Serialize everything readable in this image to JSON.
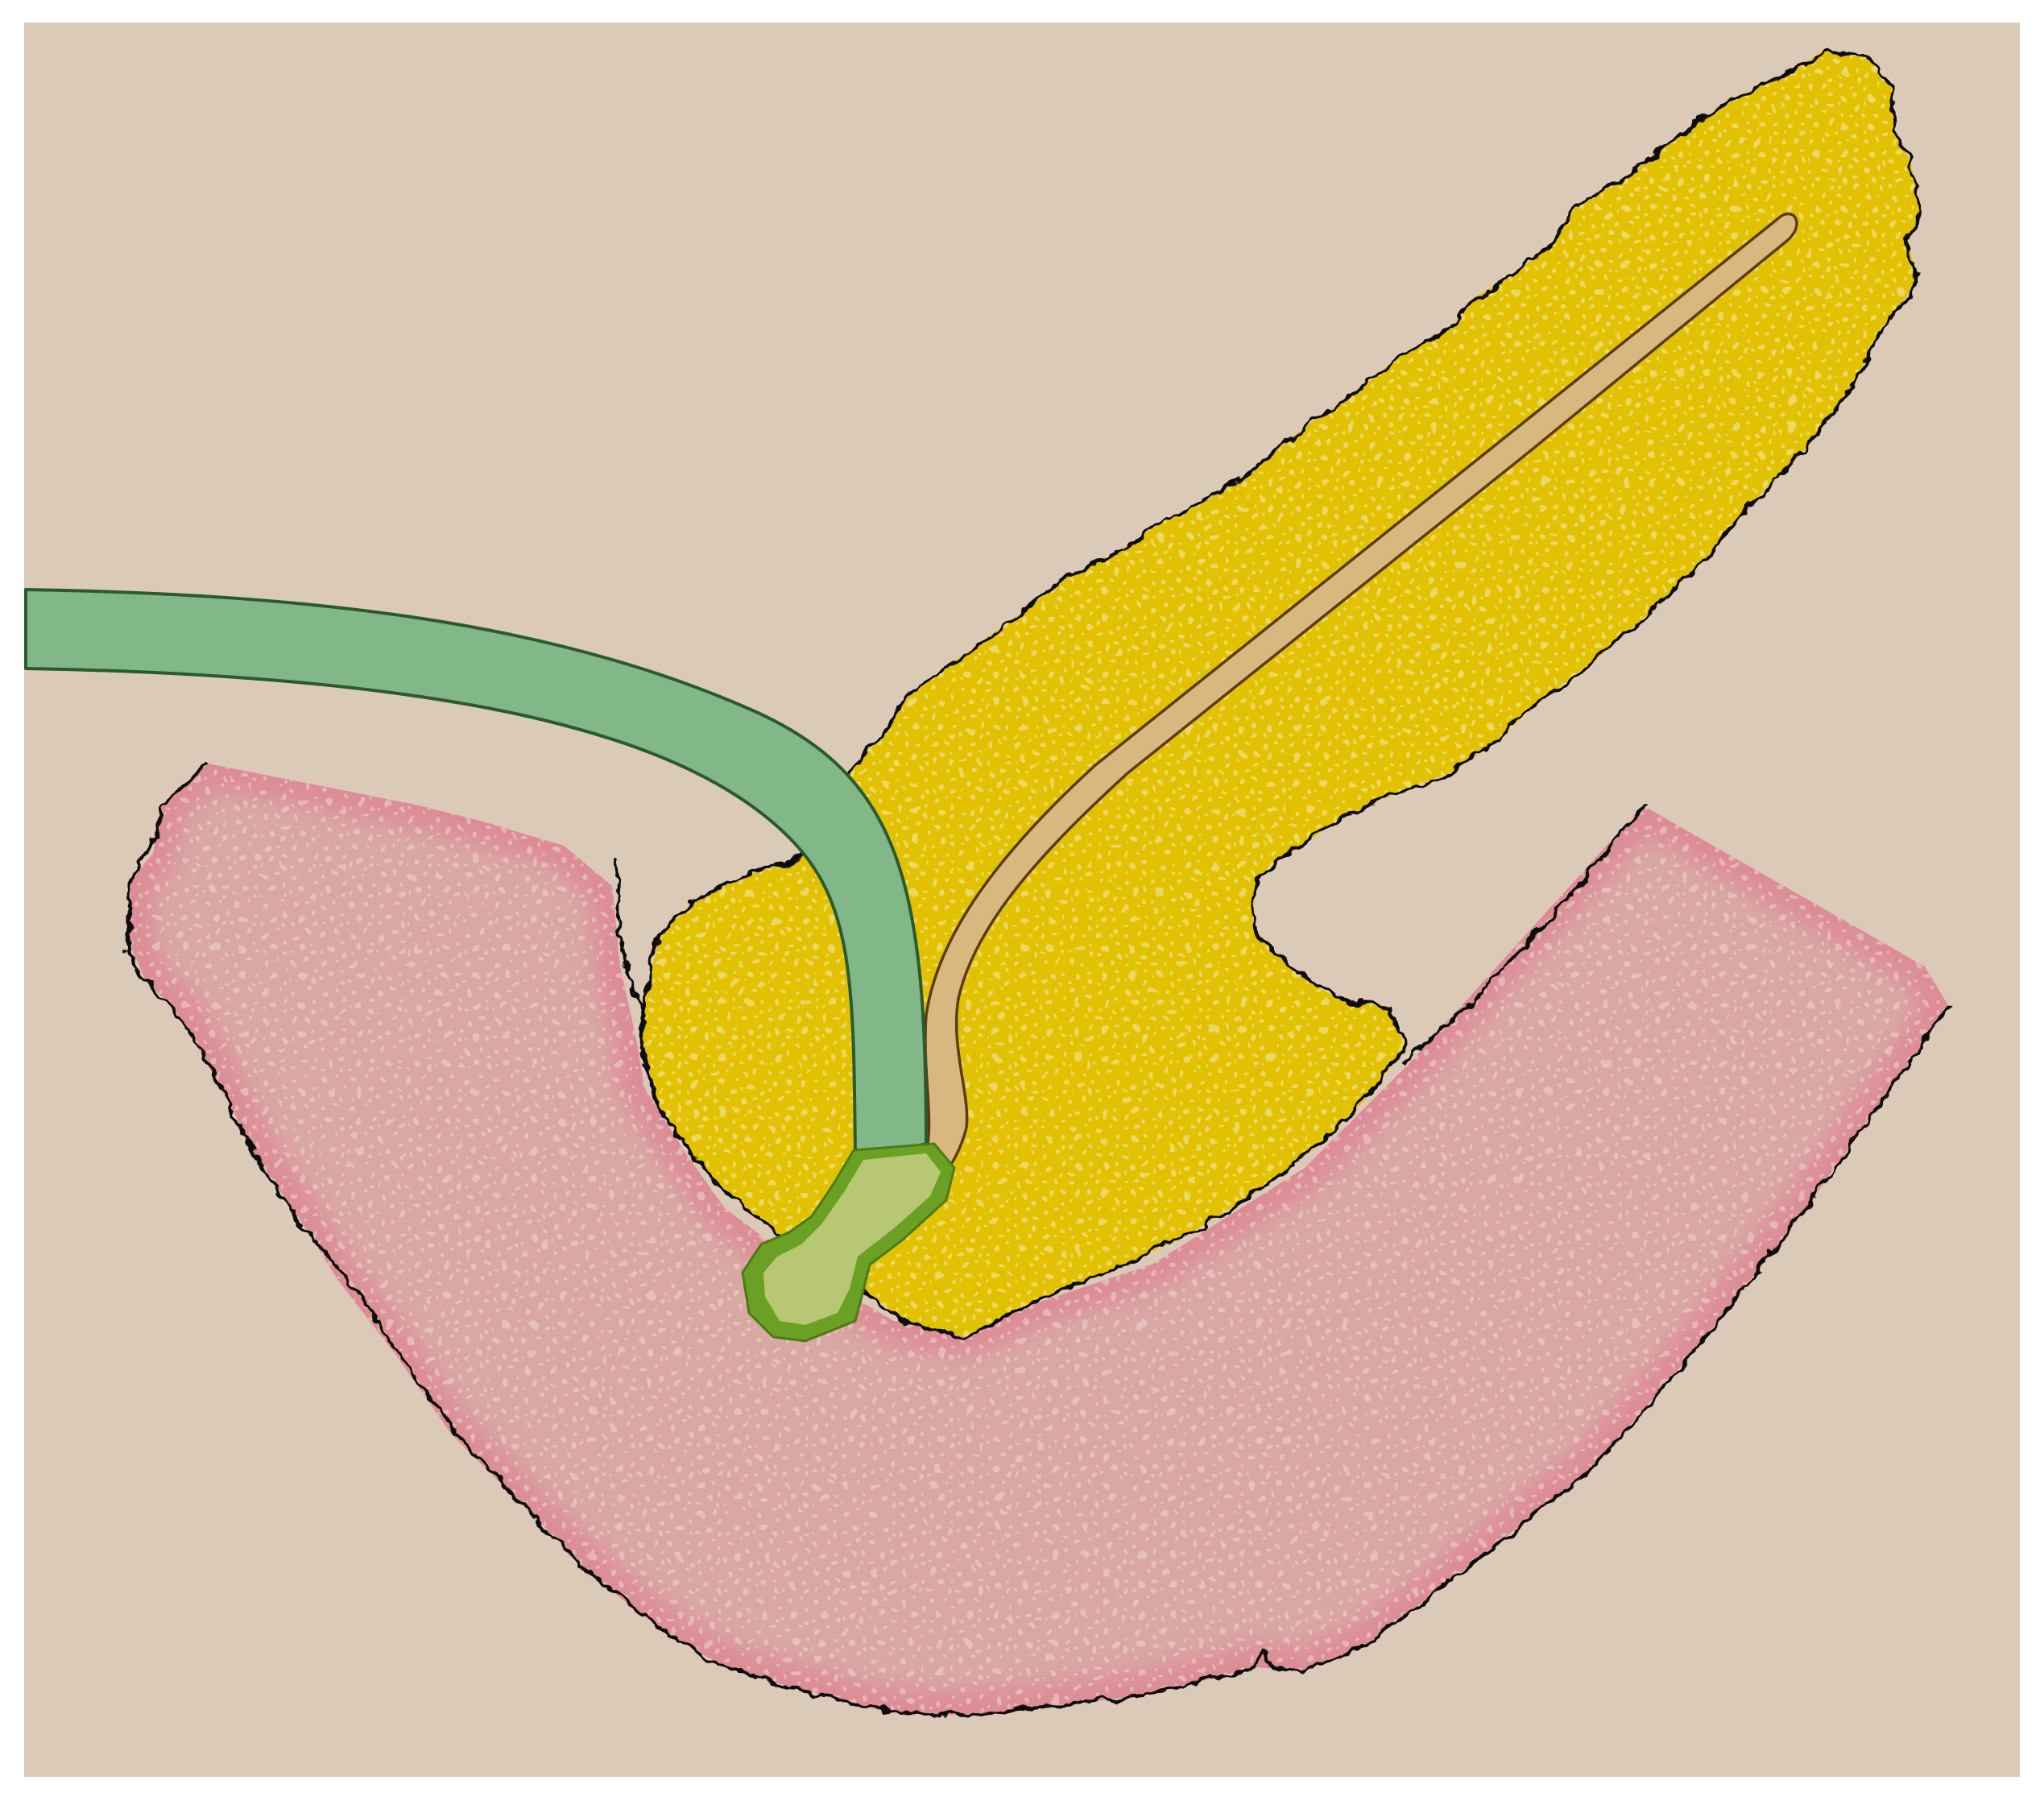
{
  "figure": {
    "colors": {
      "page_background": "#ffffff",
      "canvas_background": "#dccab8",
      "outline": "#111111",
      "duodenum_fill": "#d9a8a4",
      "duodenum_rim": "#dd8c96",
      "duodenum_speckle": "#efd6d1",
      "pancreas_fill": "#e2c200",
      "pancreas_speckle": "#f3e6a6",
      "pancreatic_duct_fill": "#d9b87f",
      "bile_duct_fill": "#82b888",
      "bile_duct_stroke": "#2b5a31",
      "ampulla_fill": "#b8c773",
      "ampulla_rim": "#6aa023"
    },
    "structures": [
      {
        "id": "duodenum",
        "icon": "duodenum-wall-shape"
      },
      {
        "id": "pancreas",
        "icon": "pancreas-head-shape"
      },
      {
        "id": "pancreatic-duct",
        "icon": "duct-channel-shape"
      },
      {
        "id": "common-bile-duct",
        "icon": "bile-duct-tube-shape"
      },
      {
        "id": "ampulla",
        "icon": "ampulla-bulb-shape"
      }
    ]
  }
}
